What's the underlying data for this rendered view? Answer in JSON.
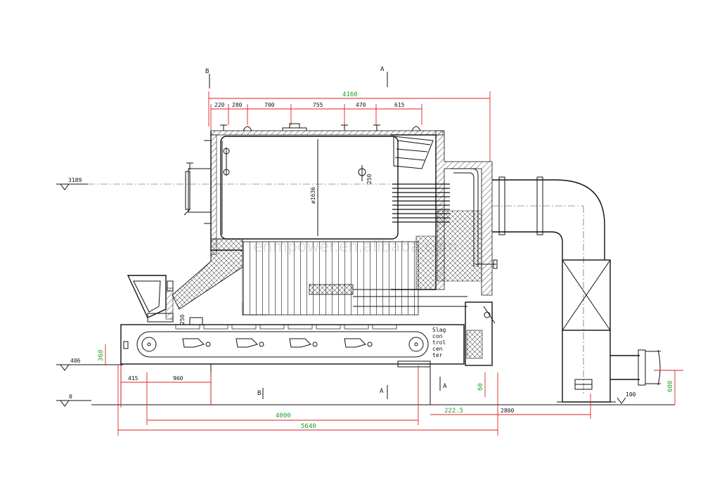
{
  "drawing": {
    "watermark": "enmpower.en.alibaba.com",
    "section_marks": {
      "b": "B",
      "a": "A"
    },
    "dims_top": [
      "220",
      "280",
      "700",
      "755",
      "470",
      "615"
    ],
    "dim_overall_top": "4160",
    "dim_drum_dia": "ø1636",
    "dim_nozzle": "250",
    "level_labels": {
      "drum_axis": "3189",
      "grate": "406",
      "ground": "0"
    },
    "dim_grate_h": "360",
    "dim_grate_side": "250",
    "dims_bottom": {
      "d415": "415",
      "d960": "960",
      "d4000": "4000",
      "d5640": "5640",
      "d2225": "222.5",
      "d2800": "2800",
      "d60": "60",
      "d600": "600",
      "d100": "100"
    },
    "slag_label": [
      "Slag",
      "con",
      "trol",
      "cen",
      "ter"
    ]
  },
  "colors": {
    "line": "#111111",
    "dimension": "#1aa12b",
    "dim_line": "#dd2222",
    "watermark": "#c8c8c8"
  }
}
